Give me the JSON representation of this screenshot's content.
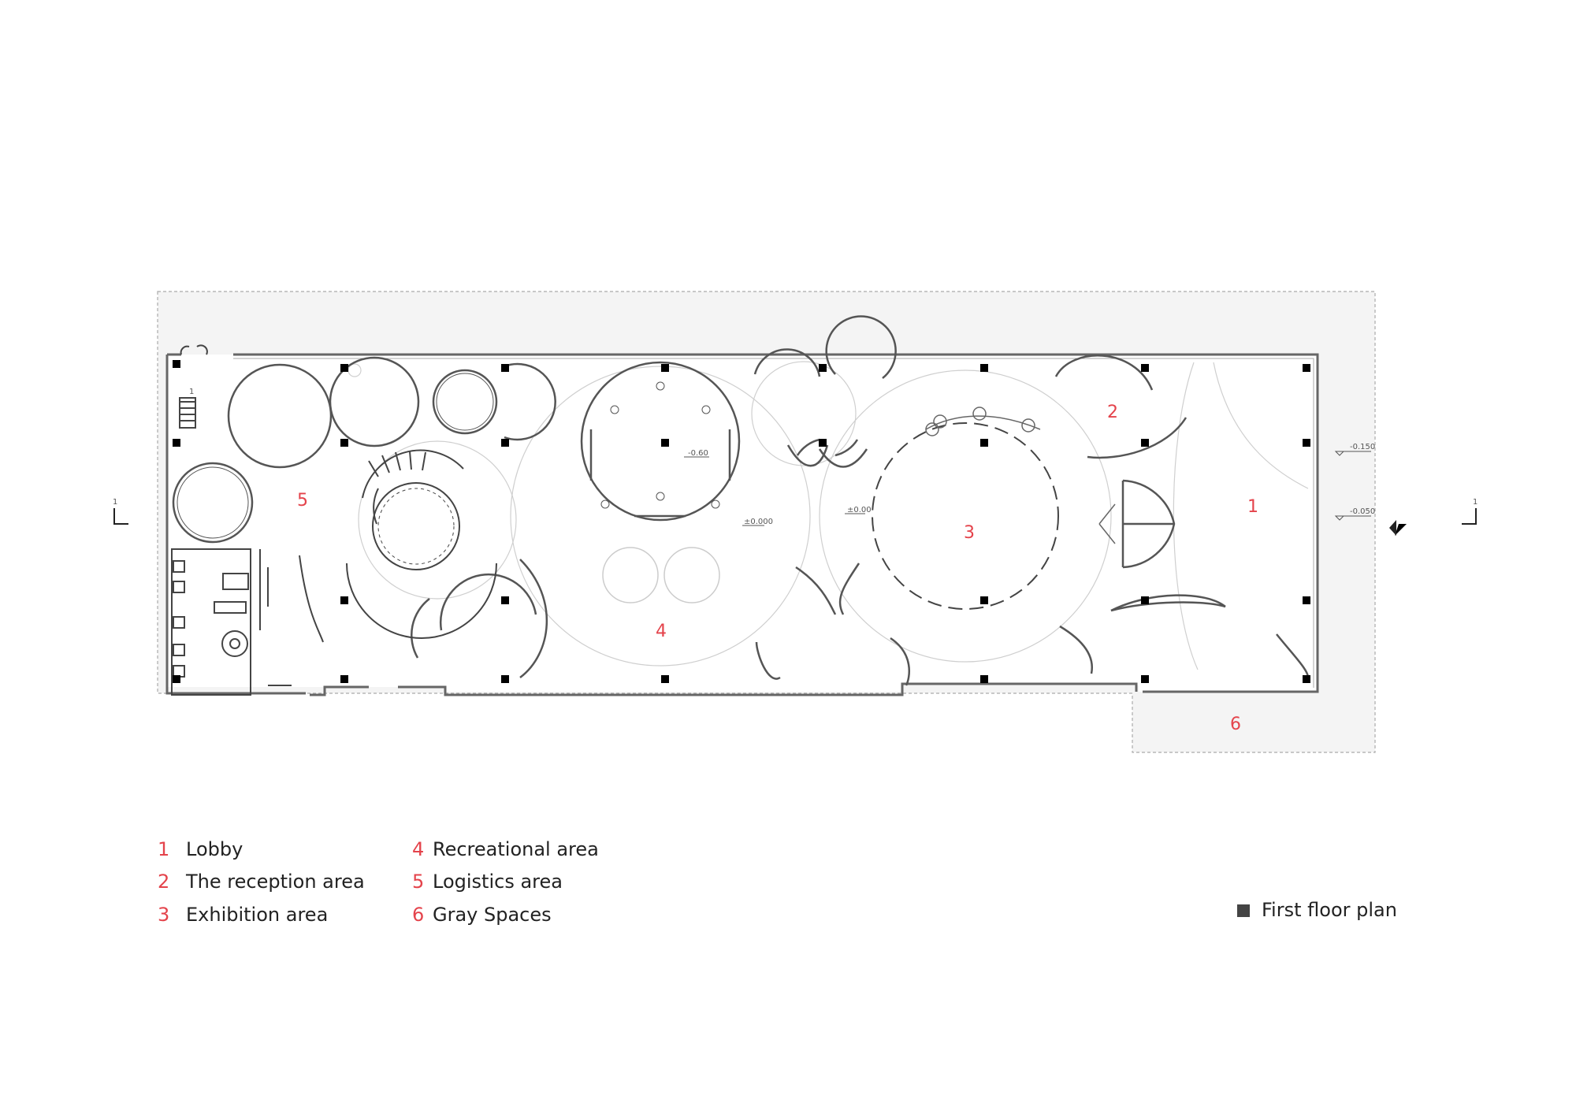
{
  "rooms": [
    {
      "num": "1",
      "label": "Lobby"
    },
    {
      "num": "2",
      "label": "The reception area"
    },
    {
      "num": "3",
      "label": "Exhibition area"
    },
    {
      "num": "4",
      "label": "Recreational area"
    },
    {
      "num": "5",
      "label": "Logistics area"
    },
    {
      "num": "6",
      "label": "Gray Spaces"
    }
  ],
  "plan_title": "First floor plan",
  "levels": {
    "l1": "-0.150",
    "l2": "-0.050",
    "l3": "-0.60",
    "l4": "±0.000",
    "l5": "±0.00"
  },
  "section_mark": "1",
  "stair_mark": "1",
  "colors": {
    "accent": "#e4434b",
    "line": "#555555",
    "column": "#000000",
    "gray_space": "#f3f3f3"
  }
}
